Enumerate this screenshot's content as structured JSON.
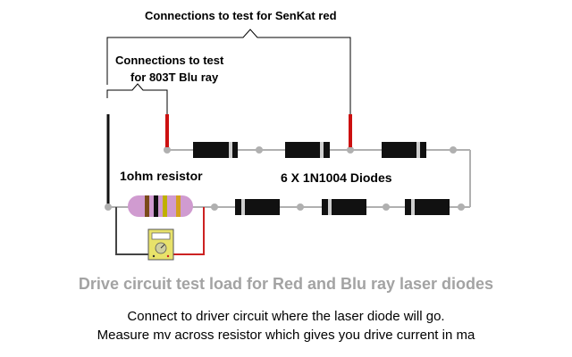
{
  "labels": {
    "senkat_connections": "Connections to test for SenKat red",
    "bluray_connections_line1": "Connections to test",
    "bluray_connections_line2": "for 803T Blu ray",
    "resistor": "1ohm resistor",
    "diodes": "6 X 1N1004 Diodes"
  },
  "footer": {
    "title": "Drive circuit test load for Red and Blu ray laser diodes",
    "note1": "Connect to driver circuit where the laser diode will go.",
    "note2": "Measure mv across resistor which gives you drive current in ma"
  },
  "colors": {
    "wire": "#b0b0b0",
    "test_lead": "#cc1010",
    "diode_body": "#111111",
    "meter_body": "#e8e26a",
    "resistor_body": "#d09bd0",
    "footer_title": "#a3a3a3"
  }
}
